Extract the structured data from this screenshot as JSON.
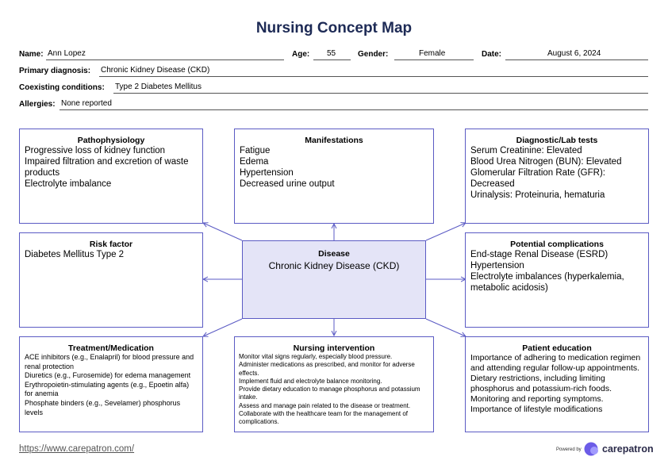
{
  "title": "Nursing Concept Map",
  "patient": {
    "name_label": "Name:",
    "name": "Ann Lopez",
    "age_label": "Age:",
    "age": "55",
    "gender_label": "Gender:",
    "gender": "Female",
    "date_label": "Date:",
    "date": "August 6, 2024",
    "primary_label": "Primary diagnosis:",
    "primary": "Chronic Kidney Disease (CKD)",
    "coexisting_label": "Coexisting conditions:",
    "coexisting": "Type 2 Diabetes Mellitus",
    "allergies_label": "Allergies:",
    "allergies": "None reported"
  },
  "boxes": {
    "pathophysiology": {
      "heading": "Pathophysiology",
      "items": [
        "Progressive loss of kidney function",
        "Impaired filtration and excretion of waste products",
        "Electrolyte imbalance"
      ]
    },
    "manifestations": {
      "heading": "Manifestations",
      "items": [
        "Fatigue",
        "Edema",
        "Hypertension",
        "Decreased urine output"
      ]
    },
    "diagnostic": {
      "heading": "Diagnostic/Lab tests",
      "items": [
        "Serum Creatinine: Elevated",
        "Blood Urea Nitrogen (BUN): Elevated",
        "Glomerular Filtration Rate (GFR): Decreased",
        "Urinalysis: Proteinuria, hematuria"
      ]
    },
    "risk": {
      "heading": "Risk factor",
      "items": [
        "Diabetes Mellitus Type 2"
      ]
    },
    "disease": {
      "heading": "Disease",
      "value": "Chronic Kidney Disease (CKD)"
    },
    "complications": {
      "heading": "Potential complications",
      "items": [
        "End-stage Renal Disease (ESRD)",
        "Hypertension",
        "Electrolyte imbalances (hyperkalemia, metabolic acidosis)"
      ]
    },
    "treatment": {
      "heading": "Treatment/Medication",
      "items": [
        "ACE inhibitors (e.g., Enalapril) for blood pressure and renal protection",
        "Diuretics (e.g., Furosemide) for edema management",
        "Erythropoietin-stimulating agents (e.g., Epoetin alfa) for anemia",
        "Phosphate binders (e.g., Sevelamer) phosphorus levels"
      ]
    },
    "intervention": {
      "heading": "Nursing intervention",
      "items": [
        "Monitor vital signs regularly, especially blood pressure.",
        "Administer medications as prescribed, and monitor for adverse effects.",
        "Implement fluid and electrolyte balance monitoring.",
        "Provide dietary education to manage phosphorus and potassium intake.",
        "Assess and manage pain related to the disease or treatment.",
        "Collaborate with the healthcare team for the management of complications."
      ]
    },
    "education": {
      "heading": "Patient education",
      "items": [
        "Importance of adhering to medication regimen and attending regular follow-up appointments.",
        "Dietary restrictions, including limiting phosphorus and potassium-rich foods.",
        "Monitoring and reporting symptoms.",
        "Importance of lifestyle modifications"
      ]
    }
  },
  "footer": {
    "link": "https://www.carepatron.com/",
    "powered_by": "Powered by",
    "brand": "carepatron"
  },
  "colors": {
    "title": "#1d2a55",
    "border": "#5b5bc4",
    "center_fill": "#e4e4f7",
    "brand": "#6c5ce7"
  }
}
